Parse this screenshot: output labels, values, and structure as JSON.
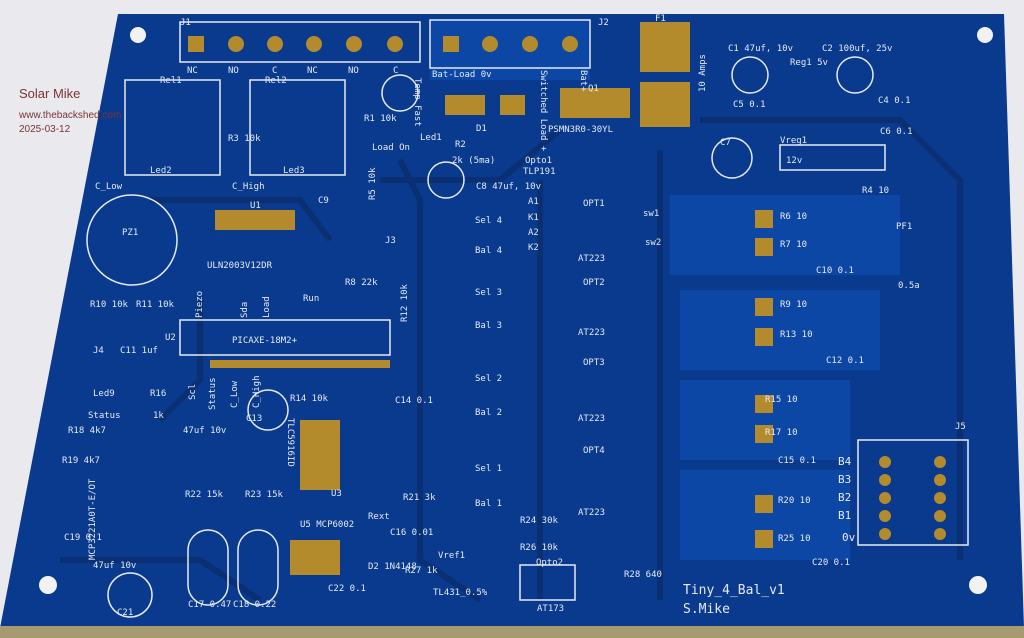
{
  "watermark": {
    "author": "Solar Mike",
    "site": "www.thebackshed.com",
    "date": "2025-03-12"
  },
  "colors": {
    "board": "#0a3a8e",
    "copper": "#0e49a8",
    "trace": "#0a2f72",
    "pad": "#b38a2c",
    "silk": "#e6eaf2",
    "background": "#e9e9ee"
  },
  "labels": [
    "J1",
    "NC",
    "NO",
    "C",
    "NC",
    "NO",
    "C",
    "Bat-Load 0v",
    "J2",
    "F1",
    "10 Amps",
    "C1 47uf, 10v",
    "Reg1 5v",
    "C2 100uf, 25v",
    "Rel1",
    "Rel2",
    "Q1",
    "PSMN3R0-30YL",
    "Led1",
    "Load On",
    "R2",
    "2k (5ma)",
    "Opto1",
    "TLP191",
    "C5 0.1",
    "C4 0.1",
    "C6 0.1",
    "Vreg1",
    "12v",
    "C7",
    "Led2",
    "Led3",
    "C_Low",
    "C_High",
    "C8 47uf, 10v",
    "R4 10",
    "U1",
    "C9",
    "J3",
    "A1",
    "K1",
    "A2",
    "K2",
    "OPT1",
    "sw1",
    "sw2",
    "Sel 4",
    "Bal 4",
    "Sel 3",
    "Bal 3",
    "Sel 2",
    "Bal 2",
    "Sel 1",
    "Bal 1",
    "R6 10",
    "R7 10",
    "PF1",
    "0.5a",
    "PZ1",
    "ULN2003V12DR",
    "R8 22k",
    "AT223",
    "OPT2",
    "AT223",
    "OPT3",
    "AT223",
    "OPT4",
    "AT223",
    "C10 0.1",
    "R9 10",
    "R13 10",
    "Run",
    "R10 10k",
    "R11 10k",
    "U2",
    "PICAXE-18M2+",
    "J4",
    "C11 1uf",
    "C12 0.1",
    "Led9",
    "R16",
    "Status",
    "1k",
    "R14 10k",
    "C13",
    "47uf 10v",
    "C14 0.1",
    "R15 10",
    "R17 10",
    "R18 4k7",
    "R19 4k7",
    "TLC5916ID",
    "U3",
    "R21 3k",
    "Rext",
    "C15 0.1",
    "J5",
    "B4",
    "B3",
    "B2",
    "B1",
    "0v",
    "MCP3221A0T-E/OT",
    "R22 15k",
    "R23 15k",
    "R24 30k",
    "R26 10k",
    "R20 10",
    "R25 10",
    "U5 MCP6002",
    "C16 0.01",
    "D2 1N4148",
    "C19 0.1",
    "47uf 10v",
    "Vref1",
    "TL431_0.5%",
    "Opto2",
    "AT173",
    "R28 640",
    "C20 0.1",
    "Tiny_4_Bal_v1",
    "S.Mike",
    "C22 0.1",
    "R27 1k",
    "C21",
    "C17 0.47",
    "C18 0.22",
    "Switched Load +",
    "Bat+",
    "Piezo",
    "Sda",
    "Load",
    "Scl",
    "Status",
    "C_Low",
    "C_High",
    "Temp Fast",
    "D1",
    "R12 10k",
    "R5 10k",
    "R1 10k",
    "R3 10k"
  ]
}
